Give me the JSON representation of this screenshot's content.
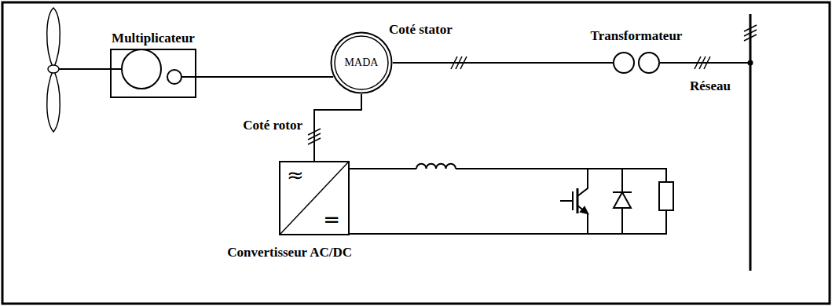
{
  "diagram": {
    "nodes": [
      {
        "text": [
          "Multiplicateur"
        ]
      },
      {
        "text": [
          "MADA"
        ]
      },
      {
        "text": [
          "Transformateur"
        ]
      },
      {
        "text": [
          "≈",
          "=",
          "Convertisseur AC/DC"
        ]
      }
    ],
    "edges": [
      {
        "from": 0,
        "to": 1,
        "arrow": "none"
      },
      {
        "from": 1,
        "to": 2,
        "arrow": "none"
      },
      {
        "from": 1,
        "to": 3,
        "arrow": "none"
      }
    ],
    "labels": [
      "Coté stator",
      "Coté rotor",
      "Réseau"
    ]
  }
}
